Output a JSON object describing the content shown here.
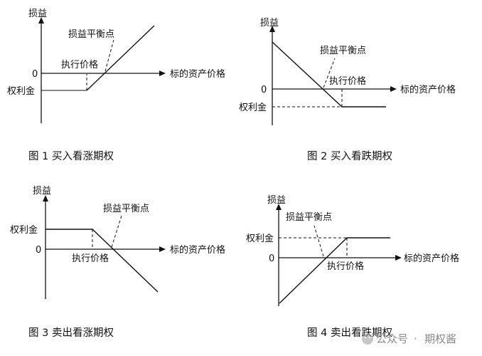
{
  "labels": {
    "pnl": "损益",
    "breakeven": "损益平衡点",
    "zero": "0",
    "strike": "执行价格",
    "premium": "权利金",
    "underlying_price": "标的资产价格"
  },
  "captions": {
    "fig1": "图 1   买入看涨期权",
    "fig2": "图 2   买入看跌期权",
    "fig3": "图 3  卖出看涨期权",
    "fig4": "图 4  卖出看跌期权"
  },
  "watermark": {
    "source": "公众号",
    "separator": "·",
    "account": "期权酱"
  }
}
